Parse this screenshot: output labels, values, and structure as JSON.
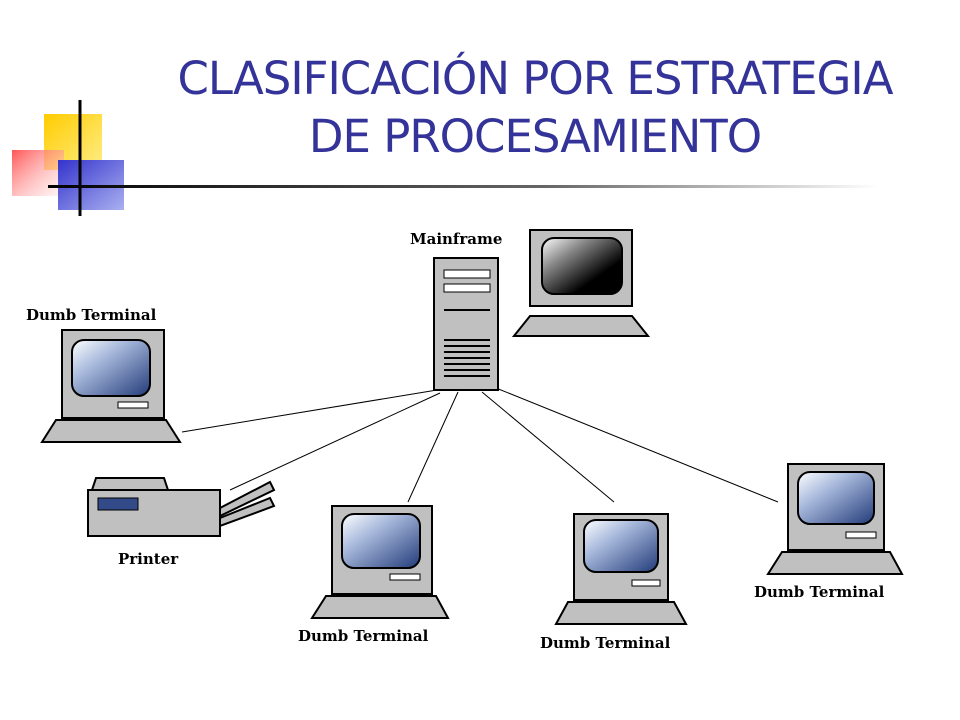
{
  "slide": {
    "title_line1": "CLASIFICACIÓN POR ESTRATEGIA",
    "title_line2": "DE PROCESAMIENTO"
  },
  "diagram": {
    "mainframe_label": "Mainframe",
    "printer_label": "Printer",
    "terminals": [
      {
        "label": "Dumb Terminal"
      },
      {
        "label": "Dumb Terminal"
      },
      {
        "label": "Dumb Terminal"
      },
      {
        "label": "Dumb Terminal"
      }
    ]
  },
  "colors": {
    "title": "#333399",
    "accent_yellow": "#ffcc00",
    "accent_blue": "#3333cc",
    "accent_red": "#ff3333",
    "device_gray": "#c0c0c0",
    "screen_blue": "#334a88"
  }
}
